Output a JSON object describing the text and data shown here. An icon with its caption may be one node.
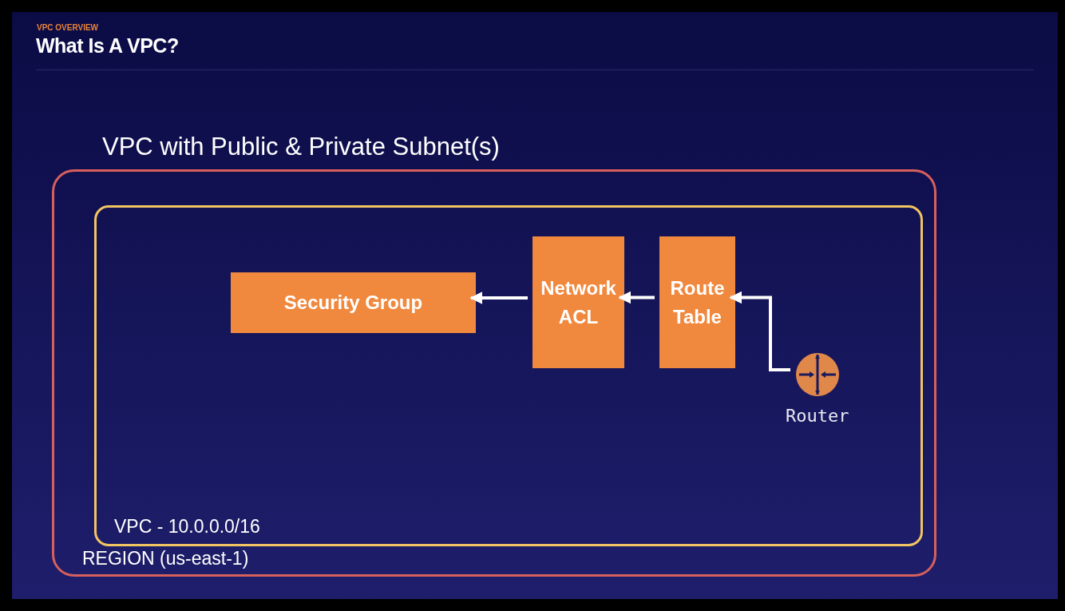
{
  "diagram": {
    "title": "What Is A VPC?",
    "nodes": [
      {
        "text": [
          "REGION (us-east-1)"
        ]
      },
      {
        "text": [
          "VPC - 10.0.0.0/16"
        ],
        "in": 0
      },
      {
        "text": [
          "Security Group"
        ],
        "in": 1
      },
      {
        "text": [
          "Network ACL"
        ],
        "in": 1
      },
      {
        "text": [
          "Route Table"
        ],
        "in": 1
      },
      {
        "text": [
          "Router"
        ],
        "in": 1
      }
    ],
    "edges": [
      {
        "from": 3,
        "to": 2,
        "arrow": "to"
      },
      {
        "from": 4,
        "to": 3,
        "arrow": "to"
      },
      {
        "from": 5,
        "to": 4,
        "arrow": "to"
      }
    ],
    "labels": [
      "VPC OVERVIEW",
      "VPC with Public & Private Subnet(s)"
    ]
  }
}
